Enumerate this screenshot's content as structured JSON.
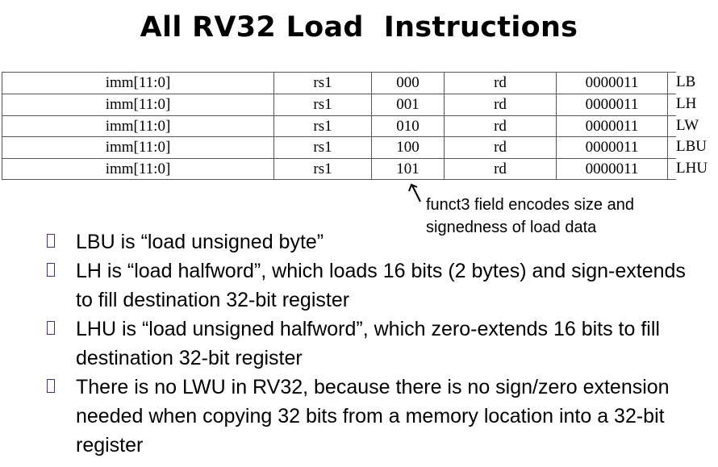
{
  "title": "All RV32 Load  Instructions",
  "table": {
    "rows": [
      {
        "imm": "imm[11:0]",
        "rs1": "rs1",
        "funct3": "000",
        "rd": "rd",
        "opcode": "0000011",
        "mnemonic": "LB"
      },
      {
        "imm": "imm[11:0]",
        "rs1": "rs1",
        "funct3": "001",
        "rd": "rd",
        "opcode": "0000011",
        "mnemonic": "LH"
      },
      {
        "imm": "imm[11:0]",
        "rs1": "rs1",
        "funct3": "010",
        "rd": "rd",
        "opcode": "0000011",
        "mnemonic": "LW"
      },
      {
        "imm": "imm[11:0]",
        "rs1": "rs1",
        "funct3": "100",
        "rd": "rd",
        "opcode": "0000011",
        "mnemonic": "LBU"
      },
      {
        "imm": "imm[11:0]",
        "rs1": "rs1",
        "funct3": "101",
        "rd": "rd",
        "opcode": "0000011",
        "mnemonic": "LHU"
      }
    ]
  },
  "annotation": {
    "line1": "funct3 field encodes size and",
    "line2": "signedness of load data"
  },
  "bullets": [
    "LBU is “load unsigned byte”",
    "LH is “load halfword”, which loads 16 bits (2 bytes) and sign-extends to fill destination 32-bit register",
    "LHU is “load unsigned halfword”, which zero-extends 16 bits to fill destination 32-bit register",
    "There is no LWU in RV32, because there is no sign/zero extension needed when copying 32 bits from a memory location into a 32-bit register"
  ],
  "colors": {
    "bullet_outline": "#4a2c7a",
    "table_rule": "#555555"
  },
  "icons": {
    "bullet": "hollow-square-bullet-icon",
    "pointer": "arrow-up-icon"
  }
}
